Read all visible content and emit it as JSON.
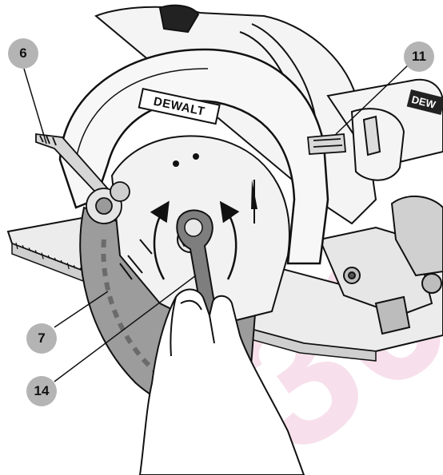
{
  "callouts": {
    "c6": "6",
    "c11": "11",
    "c7": "7",
    "c14": "14"
  },
  "branding": {
    "main_logo": "DEWALT",
    "side_logo": "DEW"
  },
  "watermark_text": "30",
  "colors": {
    "callout_fill": "#b4b4b4",
    "line_art": "#111111",
    "shade": "#8c8c8c",
    "watermark": "#f1c7dc"
  }
}
